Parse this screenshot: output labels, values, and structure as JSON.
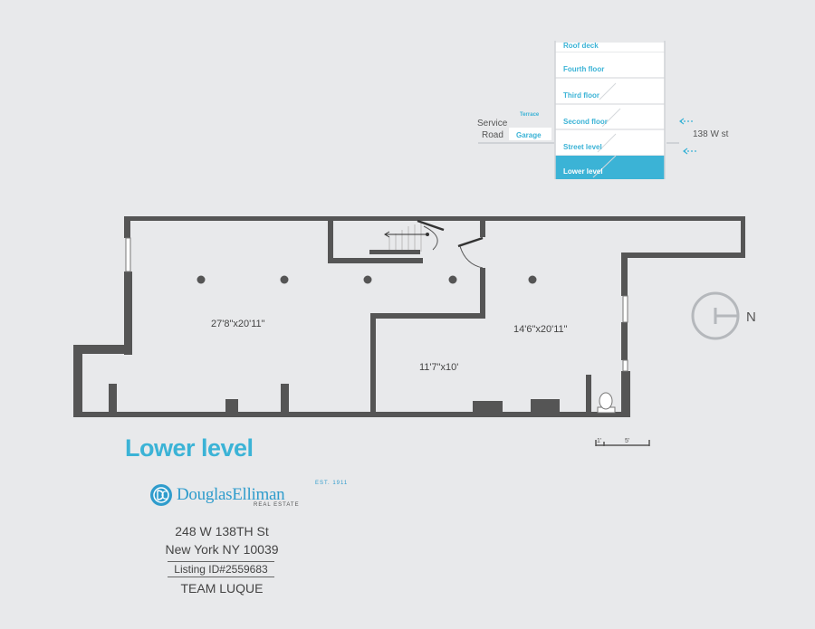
{
  "floor_title": "Lower level",
  "rooms": [
    {
      "label": "27'8\"x20'11\""
    },
    {
      "label": "14'6\"x20'11\""
    },
    {
      "label": "11'7\"x10'"
    }
  ],
  "compass": {
    "label": "N"
  },
  "scale": {
    "labels": [
      "1'",
      "5'"
    ]
  },
  "section": {
    "floors": [
      "Roof deck",
      "Fourth floor",
      "Third floor",
      "Second floor",
      "Street level",
      "Lower level"
    ],
    "active_floor": "Lower level",
    "terrace": "Terrace",
    "garage": "Garage",
    "service_road_line1": "Service",
    "service_road_line2": "Road",
    "street": "138 W st"
  },
  "brand": {
    "name": "DouglasElliman",
    "est": "EST. 1911",
    "sub": "REAL ESTATE"
  },
  "address": {
    "line1": "248 W 138TH St",
    "line2": "New York NY 10039"
  },
  "listing": "Listing ID#2559683",
  "team": "TEAM LUQUE",
  "colors": {
    "accent": "#3bb3d6",
    "wall": "#555555",
    "bg": "#e8e9eb"
  }
}
